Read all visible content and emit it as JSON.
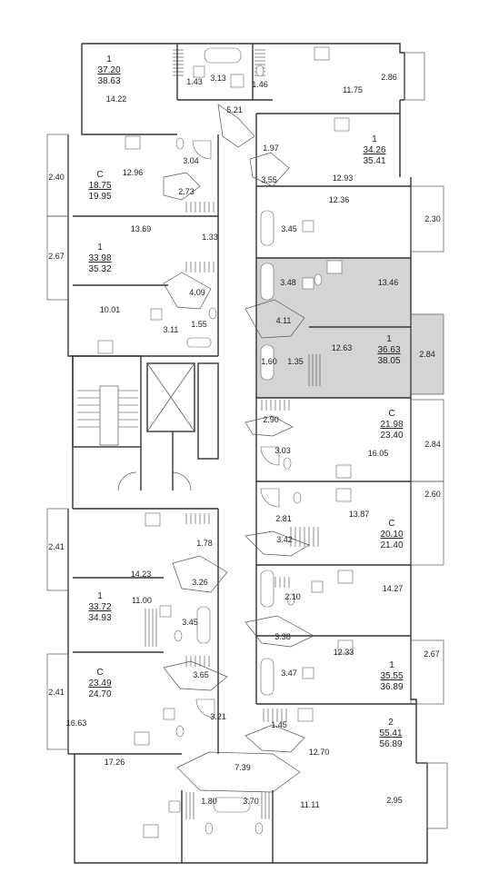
{
  "apartments": [
    {
      "id": "a1",
      "type": "1",
      "living": "37.20",
      "total": "38.63"
    },
    {
      "id": "a2",
      "type": "С",
      "living": "18.75",
      "total": "19.95"
    },
    {
      "id": "a3",
      "type": "1",
      "living": "33.98",
      "total": "35.32"
    },
    {
      "id": "a4",
      "type": "1",
      "living": "34.26",
      "total": "35.41"
    },
    {
      "id": "a5",
      "type": "1",
      "living": "36.63",
      "total": "38.05",
      "highlighted": true
    },
    {
      "id": "a6",
      "type": "С",
      "living": "21.98",
      "total": "23.40"
    },
    {
      "id": "a7",
      "type": "С",
      "living": "20.10",
      "total": "21.40"
    },
    {
      "id": "a8",
      "type": "1",
      "living": "33.72",
      "total": "34.93"
    },
    {
      "id": "a9",
      "type": "С",
      "living": "23.49",
      "total": "24.70"
    },
    {
      "id": "a10",
      "type": "1",
      "living": "35.55",
      "total": "36.89"
    },
    {
      "id": "a11",
      "type": "2",
      "living": "55.41",
      "total": "56.89"
    }
  ],
  "room_areas": [
    "14.22",
    "1.43",
    "3.13",
    "1.46",
    "11.75",
    "2.86",
    "5.21",
    "2.40",
    "12.96",
    "3.04",
    "2.73",
    "1.97",
    "12.93",
    "3.55",
    "12.36",
    "2.30",
    "3.45",
    "13.69",
    "1.33",
    "2.67",
    "3.48",
    "13.46",
    "4.09",
    "10.01",
    "1.55",
    "3.11",
    "4.11",
    "12.63",
    "1.60",
    "1.35",
    "2.84",
    "2.90",
    "3.03",
    "16.05",
    "2.84",
    "2.60",
    "2.81",
    "13.87",
    "3.42",
    "2.41",
    "1.78",
    "14.23",
    "3.26",
    "14.27",
    "2.10",
    "11.00",
    "3.45",
    "3.38",
    "12.33",
    "3.47",
    "2.67",
    "3.65",
    "2.41",
    "16.63",
    "3.21",
    "1.45",
    "12.70",
    "17.26",
    "7.39",
    "1.80",
    "3.70",
    "11.11",
    "2.95"
  ],
  "colors": {
    "wall": "#333333",
    "highlight": "#d4d4d4",
    "background": "#ffffff"
  }
}
